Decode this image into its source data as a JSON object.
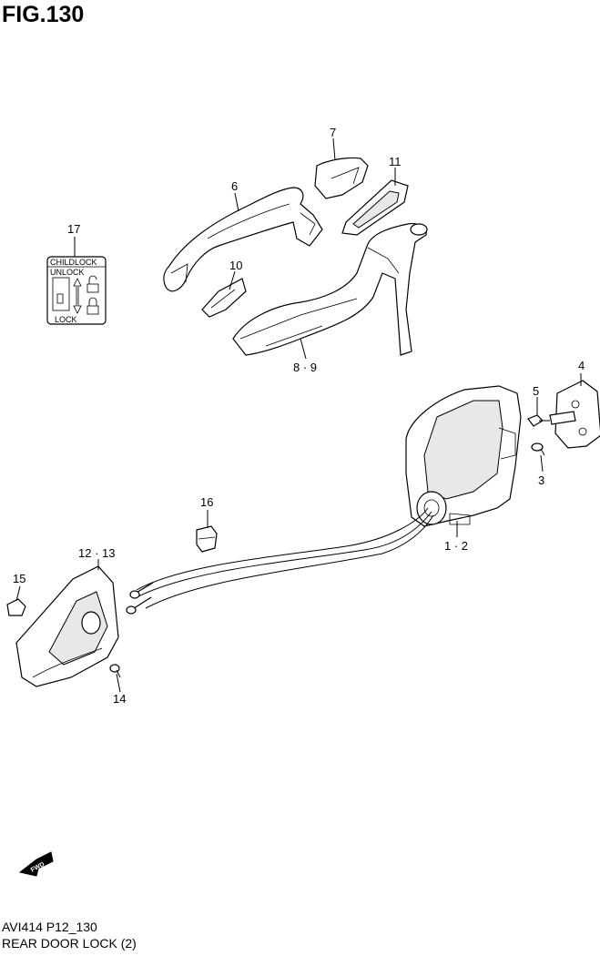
{
  "figure": {
    "title": "FIG.130"
  },
  "footer": {
    "code": "AVI414 P12_130",
    "caption": "REAR DOOR LOCK (2)"
  },
  "child_lock_label": {
    "title": "CHILDLOCK",
    "unlock": "UNLOCK",
    "lock": "LOCK"
  },
  "fwd_label": "FWD",
  "callouts": {
    "c1_2": "1 · 2",
    "c3": "3",
    "c4": "4",
    "c5": "5",
    "c6": "6",
    "c7": "7",
    "c8_9": "8 · 9",
    "c10": "10",
    "c11": "11",
    "c12_13": "12 · 13",
    "c14": "14",
    "c15": "15",
    "c16": "16",
    "c17": "17"
  }
}
